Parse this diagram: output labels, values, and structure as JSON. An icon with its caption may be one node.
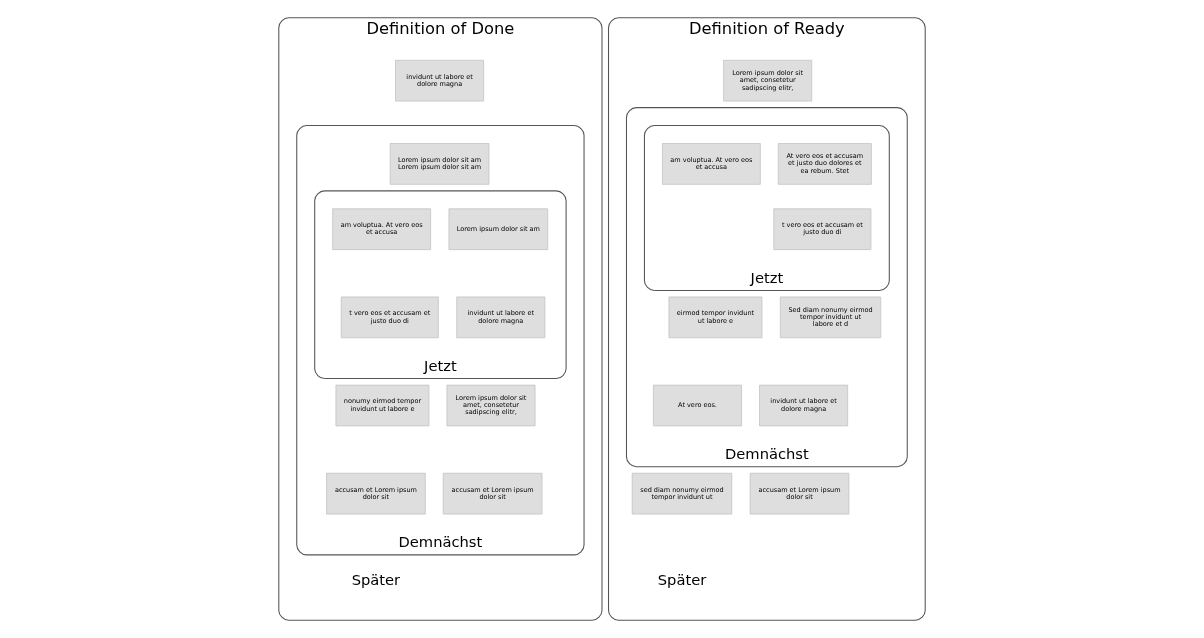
{
  "diagram": {
    "nodes": [
      {
        "text": [
          "Definition of Done",
          "Später"
        ]
      },
      {
        "text": [
          "invidunt ut labore et dolore magna"
        ],
        "in": 0
      },
      {
        "text": [
          "Demnächst"
        ],
        "in": 0
      },
      {
        "text": [
          "Lorem ipsum dolor sit am Lorem ipsum dolor sit am"
        ],
        "in": 2
      },
      {
        "text": [
          "Jetzt"
        ],
        "in": 2
      },
      {
        "text": [
          "Lorem ipsum dolor sit am"
        ],
        "in": 4
      },
      {
        "text": [
          "am voluptua. At vero eos et accusa"
        ],
        "in": 4
      },
      {
        "text": [
          "t vero eos et accusam et justo duo di"
        ],
        "in": 4
      },
      {
        "text": [
          "nonumy eirmod tempor invidunt ut labore e"
        ],
        "in": 2
      },
      {
        "text": [
          "Lorem ipsum dolor sit amet, consetetur sadipscing elitr,"
        ],
        "in": 2
      },
      {
        "text": [
          "invidunt ut labore et dolore magna"
        ],
        "in": 4
      },
      {
        "text": [
          "accusam et Lorem ipsum dolor sit"
        ],
        "in": 2
      },
      {
        "text": [
          "accusam et Lorem ipsum dolor sit"
        ],
        "in": 2
      },
      {
        "text": [
          "Definition of Ready",
          "Später"
        ]
      },
      {
        "text": [
          "Lorem ipsum dolor sit amet, consetetur sadipscing elitr,"
        ],
        "in": 13
      },
      {
        "text": [
          "Demnächst"
        ],
        "in": 13
      },
      {
        "text": [
          "Jetzt"
        ],
        "in": 15
      },
      {
        "text": [
          "eirmod tempor invidunt ut labore e"
        ],
        "in": 15
      },
      {
        "text": [
          "At vero eos et accusam et justo duo dolores et ea rebum. Stet"
        ],
        "in": 16
      },
      {
        "text": [
          "am voluptua. At vero eos et accusa"
        ],
        "in": 16
      },
      {
        "text": [
          "Sed diam nonumy eirmod tempor invidunt ut labore et d"
        ],
        "in": 15
      },
      {
        "text": [
          "t vero eos et accusam et justo duo di"
        ],
        "in": 16
      },
      {
        "text": [
          "At vero eos."
        ],
        "in": 15
      },
      {
        "text": [
          "invidunt ut labore et dolore magna"
        ],
        "in": 15
      },
      {
        "text": [
          "sed diam nonumy eirmod tempor invidunt ut"
        ],
        "in": 13
      },
      {
        "text": [
          "accusam et Lorem ipsum dolor sit"
        ],
        "in": 13
      }
    ]
  }
}
